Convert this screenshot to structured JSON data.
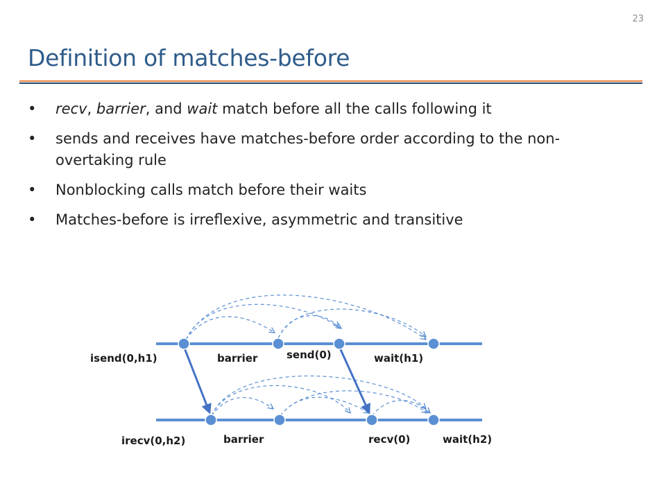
{
  "slide": {
    "page_number": "23",
    "title": "Definition of matches-before",
    "bullet_glyph": "•",
    "bullets": {
      "b1": {
        "i1": "recv",
        "t1": ", ",
        "i2": "barrier",
        "t2": ", and ",
        "i3": "wait",
        "t3": " match before all the calls following it"
      },
      "b2": {
        "text": "sends and receives have matches-before order according to the non-overtaking rule"
      },
      "b3": {
        "text": "Nonblocking calls match before their waits"
      },
      "b4": {
        "text": "Matches-before is irreflexive, asymmetric and transitive"
      }
    }
  },
  "diagram": {
    "colors": {
      "accent": "#5b8fd3",
      "arrow_solid": "#4472c4",
      "arrow_dashed": "#5b8fd3"
    },
    "process_0": {
      "labels": {
        "isend": "isend(0,h1)",
        "barrier": "barrier",
        "send": "send(0)",
        "wait": "wait(h1)"
      }
    },
    "process_1": {
      "labels": {
        "irecv": "irecv(0,h2)",
        "barrier": "barrier",
        "recv": "recv(0)",
        "wait": "wait(h2)"
      }
    }
  }
}
